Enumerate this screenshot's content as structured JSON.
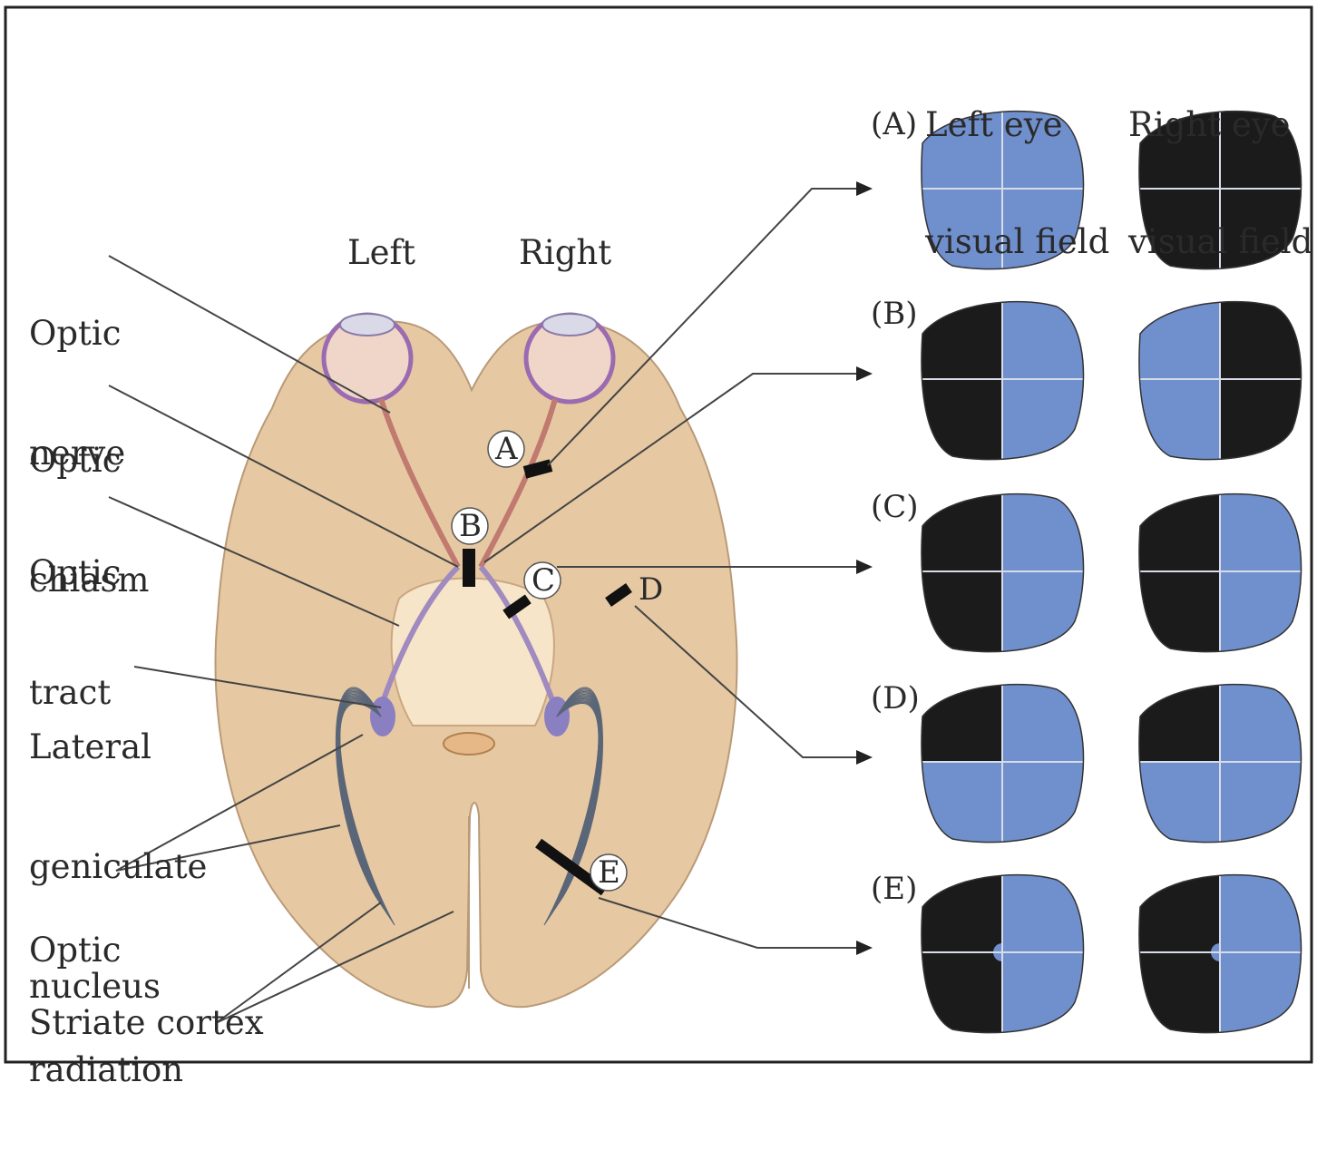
{
  "header": {
    "left_eye": [
      "Left eye",
      "visual field"
    ],
    "right_eye": [
      "Right eye",
      "visual field"
    ]
  },
  "orientation": {
    "left": "Left",
    "right": "Right"
  },
  "structures": {
    "optic_nerve": [
      "Optic",
      "nerve"
    ],
    "optic_chiasm": [
      "Optic",
      "chiasm"
    ],
    "optic_tract": [
      "Optic",
      "tract"
    ],
    "lgn": [
      "Lateral",
      "geniculate",
      "nucleus"
    ],
    "optic_radiation": [
      "Optic",
      "radiation"
    ],
    "striate_cortex": "Striate cortex"
  },
  "lesions": [
    {
      "id": "A",
      "label": "(A)",
      "left_eye": [
        "blue",
        "blue",
        "blue",
        "blue"
      ],
      "right_eye": [
        "black",
        "black",
        "black",
        "black"
      ]
    },
    {
      "id": "B",
      "label": "(B)",
      "left_eye": [
        "black",
        "blue",
        "black",
        "blue"
      ],
      "right_eye": [
        "blue",
        "black",
        "blue",
        "black"
      ]
    },
    {
      "id": "C",
      "label": "(C)",
      "left_eye": [
        "black",
        "blue",
        "black",
        "blue"
      ],
      "right_eye": [
        "black",
        "blue",
        "black",
        "blue"
      ]
    },
    {
      "id": "D",
      "label": "(D)",
      "left_eye": [
        "black",
        "blue",
        "blue",
        "blue"
      ],
      "right_eye": [
        "black",
        "blue",
        "blue",
        "blue"
      ]
    },
    {
      "id": "E",
      "label": "(E)",
      "left_eye": [
        "black",
        "blue",
        "black",
        "blue"
      ],
      "right_eye": [
        "black",
        "blue",
        "black",
        "blue"
      ],
      "macular_sparing": true
    }
  ],
  "colors": {
    "field_blue": "#6f8fcd",
    "field_black": "#1b1b1b",
    "brain": "#e6c9a2",
    "lgn": "#8a7fc0"
  }
}
